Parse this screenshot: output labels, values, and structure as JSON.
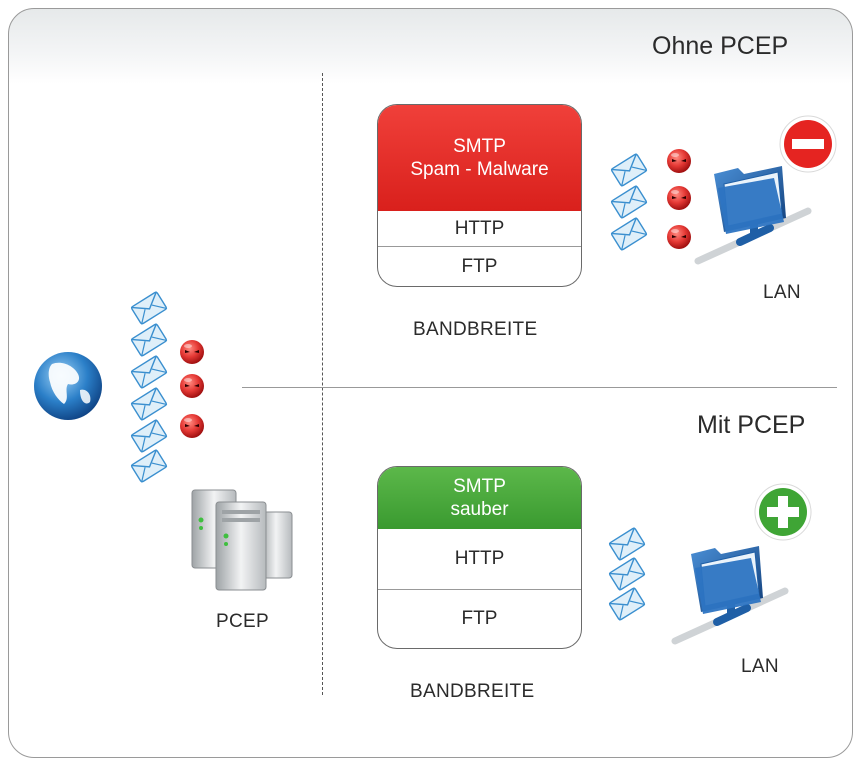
{
  "top": {
    "title": "Ohne PCEP",
    "box": {
      "head_line1": "SMTP",
      "head_line2": "Spam - Malware",
      "row1": "HTTP",
      "row2": "FTP"
    },
    "box_caption": "BANDBREITE",
    "lan_label": "LAN",
    "status_icon": "minus-icon"
  },
  "bottom": {
    "title": "Mit PCEP",
    "box": {
      "head_line1": "SMTP",
      "head_line2": "sauber",
      "row1": "HTTP",
      "row2": "FTP"
    },
    "box_caption": "BANDBREITE",
    "lan_label": "LAN",
    "status_icon": "plus-icon"
  },
  "left": {
    "server_label": "PCEP",
    "globe_icon": "globe-icon",
    "server_icon": "server-icon"
  },
  "colors": {
    "red": "#e52421",
    "green": "#3fa535",
    "blue": "#1f5fa6",
    "gray_text": "#2b2b2b"
  }
}
